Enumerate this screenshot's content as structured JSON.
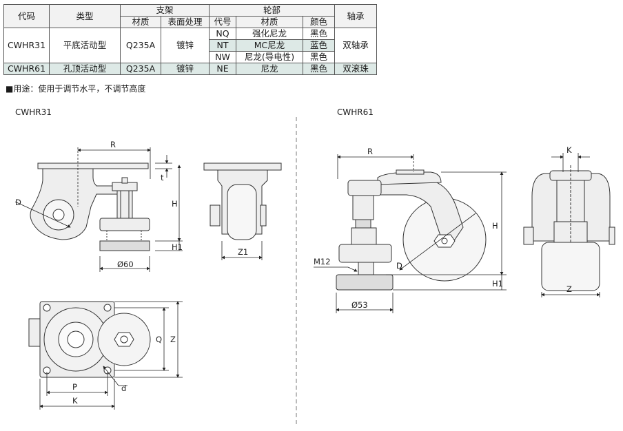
{
  "table": {
    "headers": {
      "code": "代码",
      "type": "类型",
      "bracket": "支架",
      "material": "材质",
      "surface": "表面处理",
      "wheel": "轮部",
      "wheel_code": "代号",
      "wheel_material": "材质",
      "color": "颜色",
      "bearing": "轴承"
    },
    "row1": {
      "code": "CWHR31",
      "type": "平底活动型",
      "material": "Q235A",
      "surface": "镀锌",
      "bearing": "双轴承",
      "wheels": [
        {
          "code": "NQ",
          "material": "强化尼龙",
          "color": "黑色"
        },
        {
          "code": "NT",
          "material": "MC尼龙",
          "color": "蓝色"
        },
        {
          "code": "NW",
          "material": "尼龙(导电性)",
          "color": "黑色"
        }
      ]
    },
    "row2": {
      "code": "CWHR61",
      "type": "孔顶活动型",
      "material": "Q235A",
      "surface": "镀锌",
      "wheel_code": "NE",
      "wheel_material": "尼龙",
      "color": "黑色",
      "bearing": "双滚珠"
    }
  },
  "usage_note": "■用途：使用于调节水平，不调节高度",
  "drawings": {
    "left_title": "CWHR31",
    "right_title": "CWHR61",
    "dims": {
      "R": "R",
      "t": "t",
      "H": "H",
      "H1": "H1",
      "D": "D",
      "Z1": "Z1",
      "dia60": "Ø60",
      "Q": "Q",
      "Z": "Z",
      "P": "P",
      "d": "d",
      "K": "K",
      "M12": "M12",
      "dia53": "Ø53"
    }
  }
}
